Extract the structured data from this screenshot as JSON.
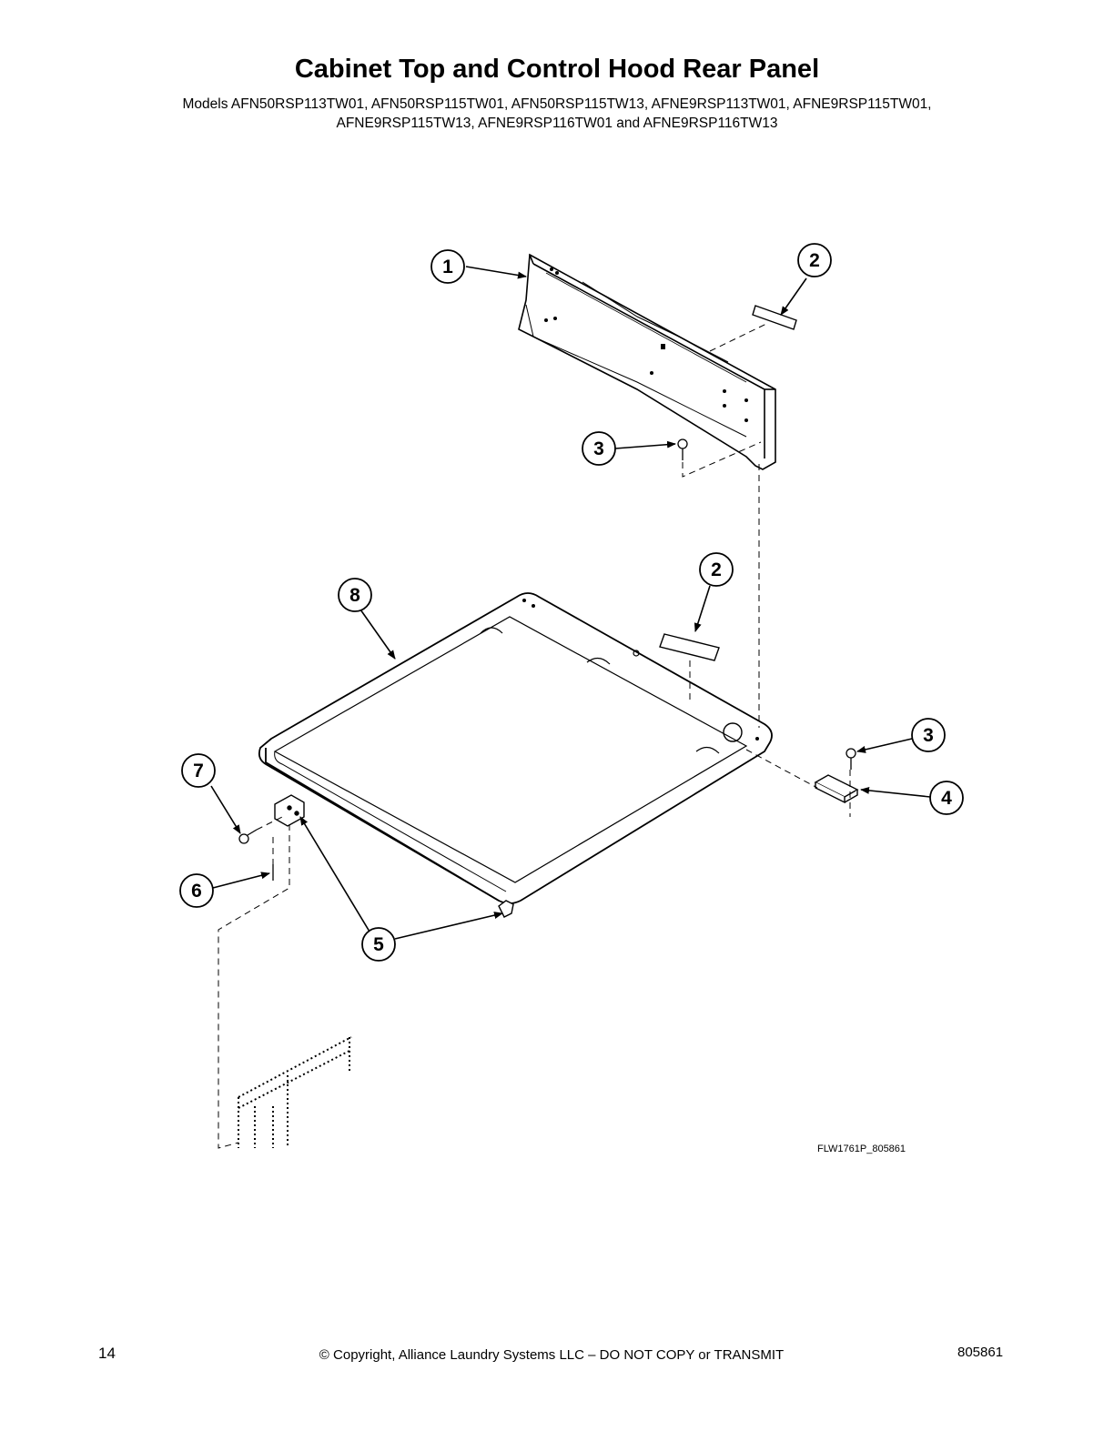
{
  "header": {
    "title": "Cabinet Top and Control Hood Rear Panel",
    "models_line1": "Models AFN50RSP113TW01, AFN50RSP115TW01, AFN50RSP115TW13, AFNE9RSP113TW01, AFNE9RSP115TW01,",
    "models_line2": "AFNE9RSP115TW13, AFNE9RSP116TW01 and AFNE9RSP116TW13"
  },
  "callouts": [
    "1",
    "2",
    "3",
    "2",
    "8",
    "3",
    "7",
    "4",
    "6",
    "5"
  ],
  "figure_id": "FLW1761P_805861",
  "footer": {
    "page_number": "14",
    "copyright": "© Copyright, Alliance Laundry Systems LLC – DO NOT COPY or TRANSMIT",
    "doc_number": "805861"
  },
  "colors": {
    "ink": "#000000",
    "paper": "#ffffff"
  }
}
